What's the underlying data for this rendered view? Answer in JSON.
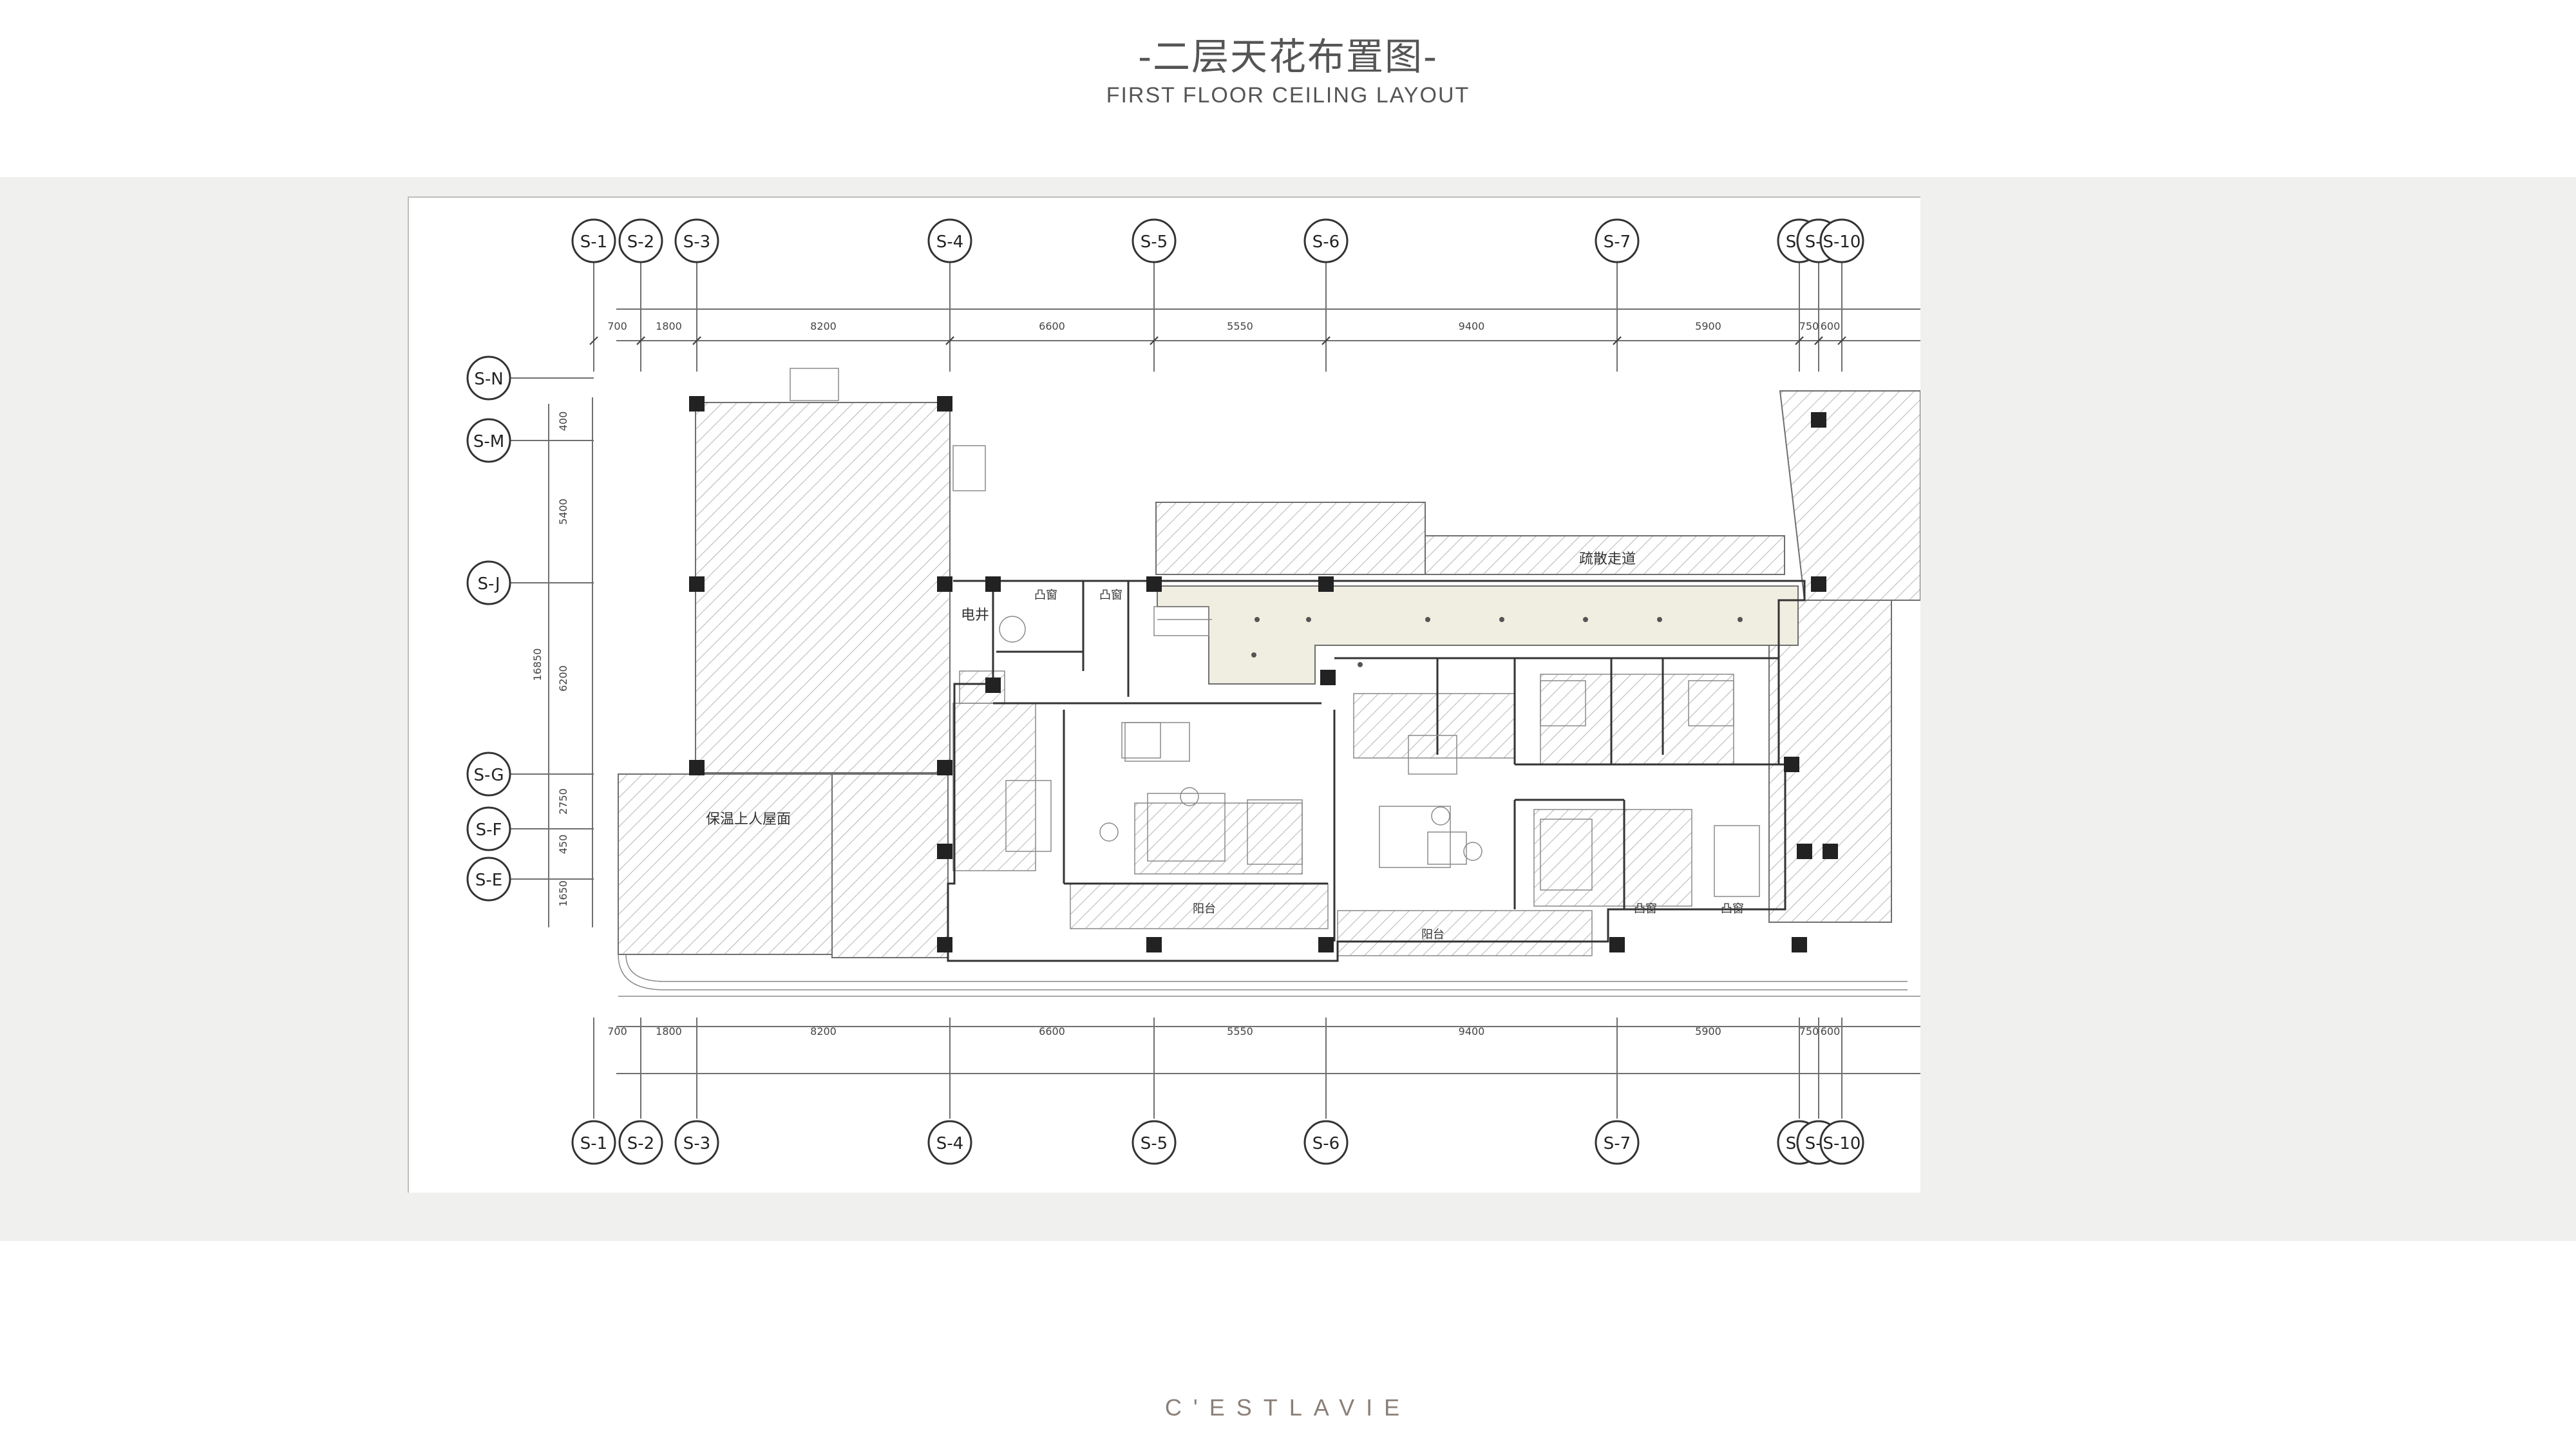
{
  "title": {
    "cn": "-二层天花布置图-",
    "en": "FIRST FLOOR CEILING LAYOUT"
  },
  "brand": "C'ESTLAVIE",
  "grid": {
    "columns": [
      "S-1",
      "S-2",
      "S-3",
      "S-4",
      "S-5",
      "S-6",
      "S-7",
      "S-8",
      "S-9",
      "S-10"
    ],
    "column_spacings": [
      "700",
      "1800",
      "8200",
      "6600",
      "5550",
      "9400",
      "5900",
      "750",
      "600"
    ],
    "rows": [
      "S-N",
      "S-M",
      "S-J",
      "S-G",
      "S-F",
      "S-E"
    ],
    "row_spacings": [
      "400",
      "5400",
      "6200",
      "2750",
      "450",
      "1650"
    ],
    "row_total": "16850"
  },
  "rooms": {
    "terrace": "保温上人屋面",
    "corridor": "疏散走道",
    "shaft": "电井",
    "bay_window_a": "凸窗",
    "bay_window_b": "凸窗",
    "bay_window_c": "凸窗",
    "bay_window_d": "凸窗",
    "balcony_a": "阳台",
    "balcony_b": "阳台"
  },
  "colors": {
    "text": "#555555",
    "band": "#f0f0ef",
    "corridor_fill": "#efeee1",
    "line": "#6f6f6f",
    "hatch": "#b5b5b5",
    "wall": "#222222"
  }
}
